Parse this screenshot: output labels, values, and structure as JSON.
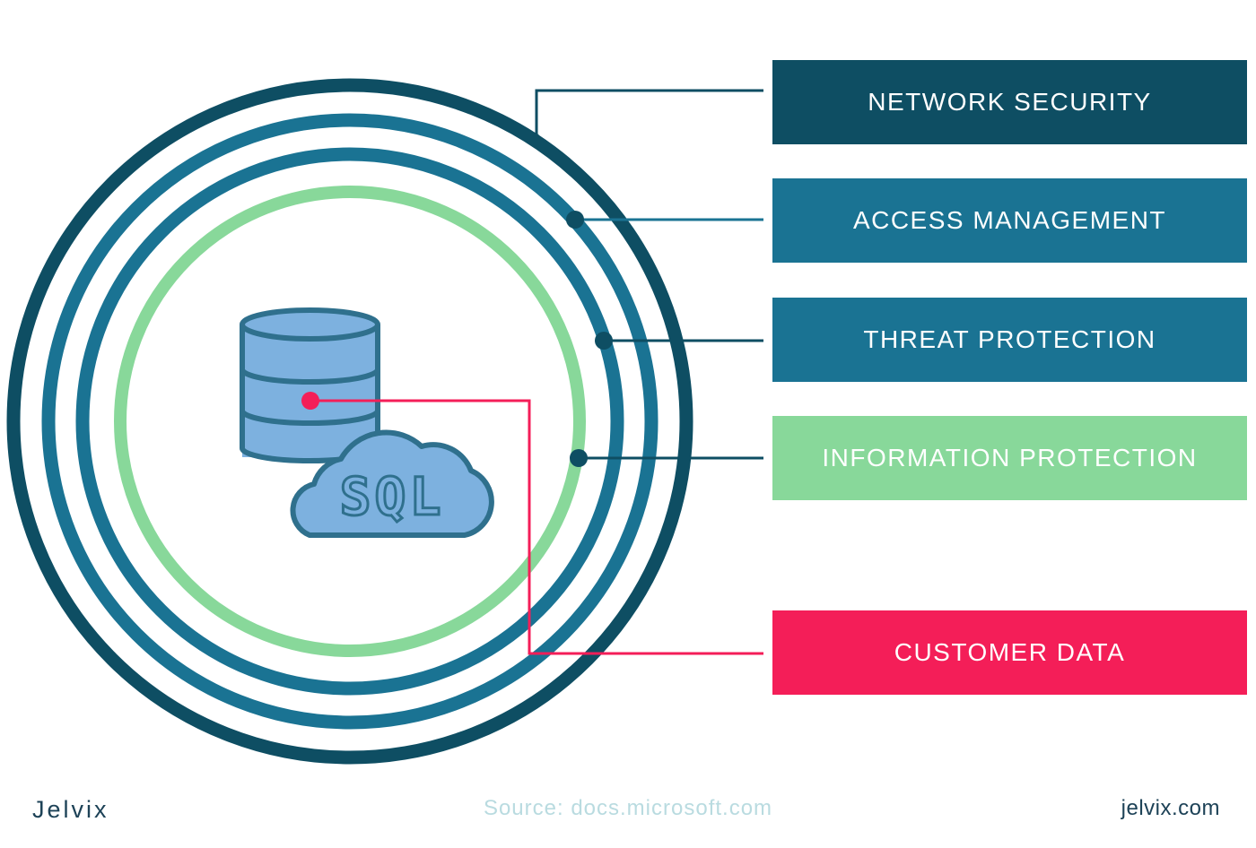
{
  "colors": {
    "outer_ring": "#0e4e63",
    "mid_ring": "#1a7393",
    "inner_ring": "#88d89a",
    "customer": "#f41e58",
    "db_fill": "#7db1df",
    "db_stroke": "#2f708d"
  },
  "layers": [
    {
      "label": "NETWORK SECURITY",
      "color": "#0e4e63"
    },
    {
      "label": "ACCESS MANAGEMENT",
      "color": "#1a7393"
    },
    {
      "label": "THREAT PROTECTION",
      "color": "#1a7393"
    },
    {
      "label": "INFORMATION PROTECTION",
      "color": "#88d89a"
    },
    {
      "label": "CUSTOMER DATA",
      "color": "#f41e58"
    }
  ],
  "center": {
    "icon": "database-cloud-icon",
    "cloud_label": "SQL"
  },
  "footer": {
    "brand": "Jelvix",
    "source": "Source: docs.microsoft.com",
    "url": "jelvix.com"
  }
}
